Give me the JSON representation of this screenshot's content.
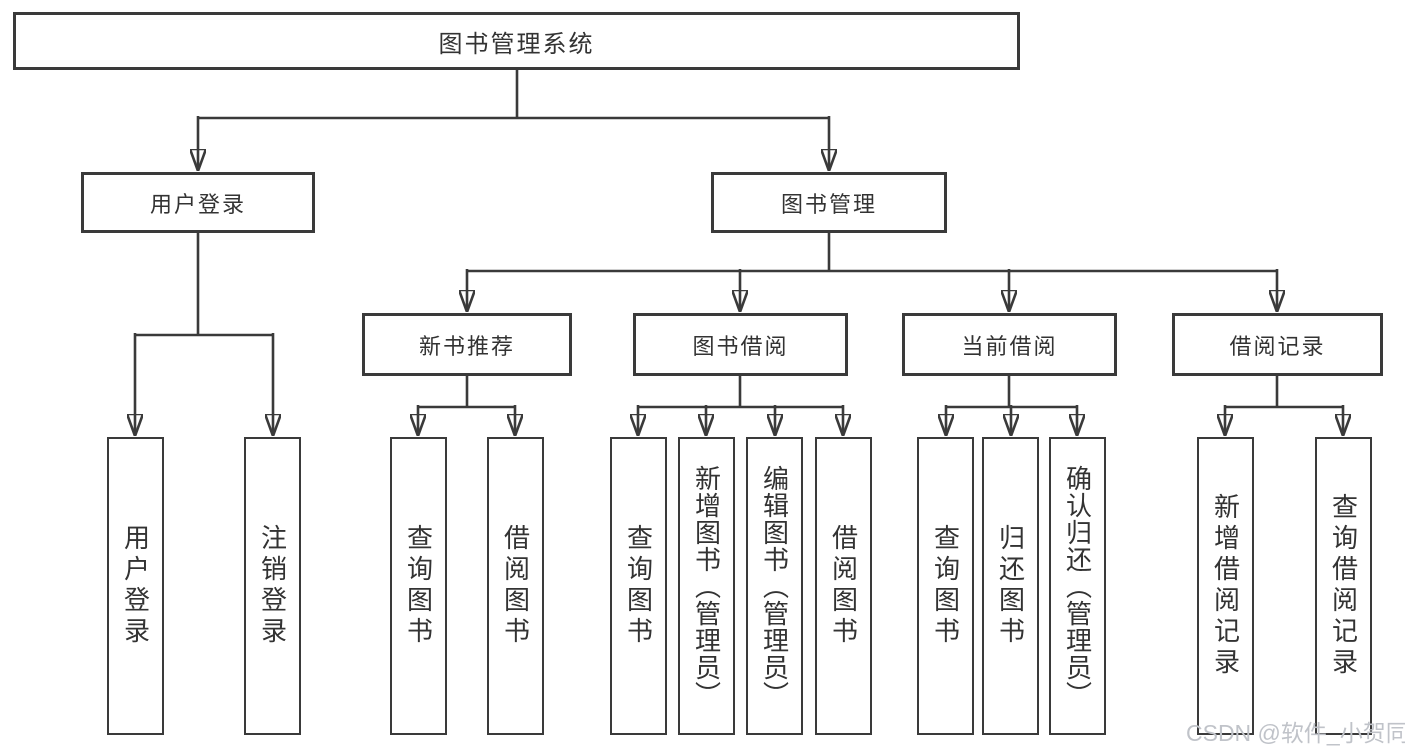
{
  "diagram": {
    "title": "图书管理系统",
    "level2": {
      "user_login": "用户登录",
      "book_mgmt": "图书管理"
    },
    "level3": {
      "new_book_rec": "新书推荐",
      "book_borrow": "图书借阅",
      "current_borrow": "当前借阅",
      "borrow_records": "借阅记录"
    },
    "leaves": {
      "user_login_1": "用户登录",
      "user_login_2": "注销登录",
      "new_book_rec_1": "查询图书",
      "new_book_rec_2": "借阅图书",
      "book_borrow_1": "查询图书",
      "book_borrow_2": "新增图书（管理员）",
      "book_borrow_3": "编辑图书（管理员）",
      "book_borrow_4": "借阅图书",
      "current_borrow_1": "查询图书",
      "current_borrow_2": "归还图书",
      "current_borrow_3": "确认归还（管理员）",
      "borrow_records_1": "新增借阅记录",
      "borrow_records_2": "查询借阅记录"
    }
  },
  "watermark": "CSDN @软件_小贺同学",
  "colors": {
    "line": "#3a3a3a",
    "text": "#333333",
    "watermark": "#c0c3c9",
    "background": "#ffffff"
  }
}
